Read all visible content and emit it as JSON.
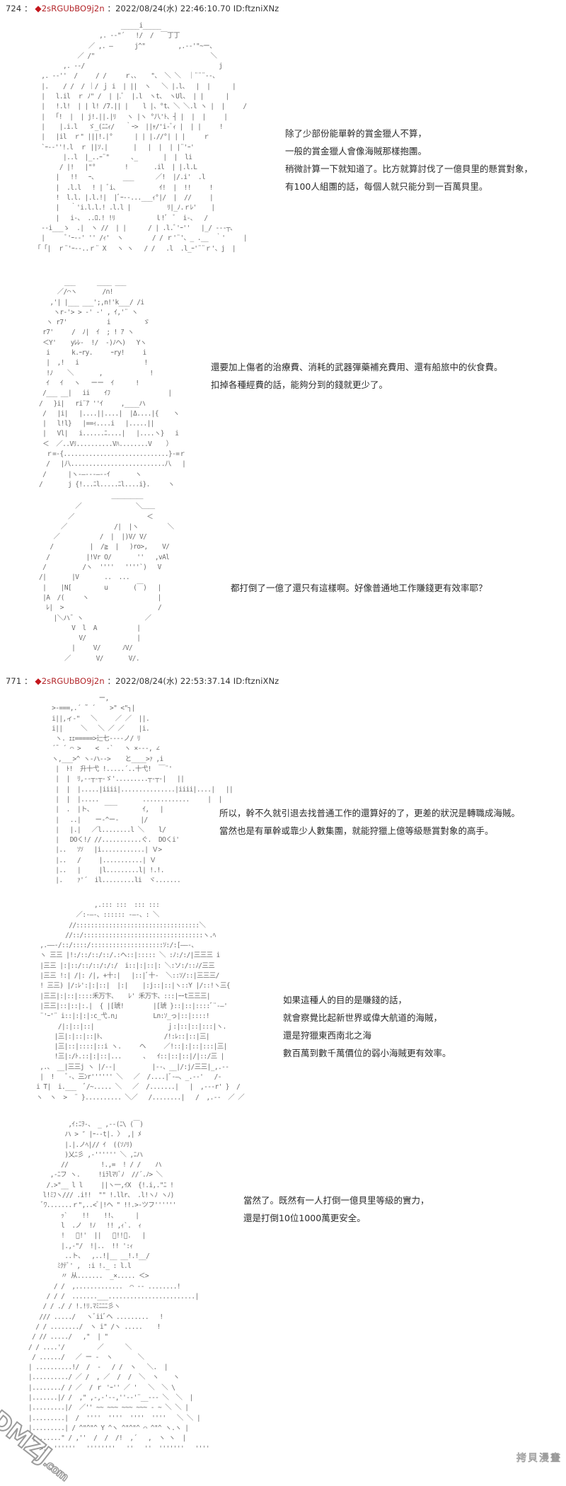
{
  "posts": [
    {
      "number": "724",
      "separator": "：",
      "trip_marker": "◆",
      "trip": "2sRGUbBO9j2n",
      "datetime": "：2022/08/24(水) 22:46:10.70",
      "id": "ID:ftzniXNz",
      "panels": [
        {
          "lines": [
            "除了少部份能單幹的賞金獵人不算，",
            "一般的賞金獵人會像海賊那樣抱團。",
            "稍微計算一下就知道了。比方就算討伐了一億貝里的懸賞對象，",
            "有100人組團的話，每個人就只能分到一百萬貝里。"
          ]
        },
        {
          "lines": [
            "還要加上傷者的治療費、消耗的武器彈藥補充費用、還有船旅中的伙食費。",
            "扣掉各種經費的話，能夠分到的錢就更少了。"
          ]
        },
        {
          "lines": [
            "都打倒了一億了還只有這樣啊。好像普通地工作賺錢更有效率耶？"
          ]
        }
      ]
    },
    {
      "number": "771",
      "separator": "：",
      "trip_marker": "◆",
      "trip": "2sRGUbBO9j2n",
      "datetime": "：2022/08/24(水) 22:53:37.14",
      "id": "ID:ftzniXNz",
      "panels": [
        {
          "lines": [
            "所以，幹不久就引退去找普通工作的還算好的了，更差的狀況是轉職成海賊。",
            "當然也是有單幹或靠少人數集團，就能狩獵上億等級懸賞對象的高手。"
          ]
        },
        {
          "lines": [
            "如果這種人的目的是賺錢的話，",
            "就會察覺比起新世界或偉大航道的海賊，",
            "還是狩獵東西南北之海",
            " 數百萬到數千萬價位的弱小海賊更有效率。"
          ]
        },
        {
          "lines": [
            "當然了。既然有一人打倒一億貝里等級的實力，",
            "還是打倒10位1000萬更安全。"
          ]
        }
      ]
    }
  ],
  "art": {
    "a1": "                        _____i_____\n                  ,. --\"´   !/  /  ￣丁丁\n               ／ ,. ―      j^\"         ,.--'\"~ー、\n            ／ /\"                                ＼\n        ,. -‐/                                     j\n  ,. -‐''  /     / /     ｒ、、   \"、 ＼ ＼  ｜¨¨¨‐-、\n  |.    / /  / ｜/ ｊ i  | ||  ヽ   ＼ |.l、  |  |      |\n  |   l.il  ｒ ﾉ\" /  | |.ﾞ  |.l  ヽt、 ヽUl、 | |      |\n  |   !.l!  | | l! /7.|| |    l |、°t、＼ ＼.l ヽ |  |     /\n  |   ｢!  |  | j!.||.|ﾘ   ヽ |ヽ °八'ﾄ、┤ |  |  |     |\n  |    |.i.l   ゞ_(ﾆﾆｨ/   ｀ｰ>  ||ｬ/'i-ﾞｨ |  | |     !\n  |   |il  ｒ\" |||!.|°      | | |.//°| | |     ｒ\n  `ｰ-‐''!.l  ｒ ||ｿ.|       |   |  |  | |¨'ｰ'\n        |..l  |_..ｰ¨\"      ､_       |  |  li\n       / |!   |\"°        !       .il  | |.l.L\n      |   !!   ｰ、       ___      ／!  |/.i'  .l\n      |  .l.l   ! | ﾞi、           ｲ!  |  !!     !\n      !  l.l. |.l.!|  |ﾞｰ--...___ｨ°|/  |  //     |\n      |   ｀'i.l.l.! .l.l |          ﾘ|_ﾉ.ｒﾚ'    |\n      |   i‐、 ..ﾛ.! !ﾘ           ｌ!ﾞ  ﾞ  i-､   /\n  --i___ゝ  .|  ヽ //  | |      / | .l.ﾞ'ｰ''   |_/ ---┬、\n  |      ﾞ'ｰ--' '' /ｨ'  ヽ        / / ｒ'¨'、_ .__  ｀'     |\n ｢ ｢|  ｒ¨'ｰ‐-..ｒ¨ X   ヽ ヽ   / /   .l  .l_ｰ'¨¨ｒ'、j  |",
    "a2": "       ___      ____ ___\n     ／/⌒ヽ       /∩!\n   ,'| |___ ___';,n!'k___/ /i\n    ヽr‐'> > ‐' ‐' , ｲ,'¨ ヽ\n  ヽ r7'           i         ゞ\n r7'     /  ﾉ|  ｲ  ; ! ｱ ヽ\n ＜Y'    yﾚﾚ‐  !/  ‐)ﾉヘ)   Yヽ\n  i      k.ｰry.     ｰry!     i\n  |  ,!   i                  !\n  !ﾉ    ＼       ,             !\n  ｲ   ｲ   ヽ   ーー  ｲ      !\n /___ __|   ii    ｲﾌ                |\n/   }i|   ri¨ｱ ''ｲ     ,____ハ\n /   |i|   |....||....|  |Δ....|{    ヽ\n |   l!l}   |==ｨ....i   |.....||\n |   Vl|   i......ﾆ....|   |....ヽ}   i\n ＜  ／..Vﾘ..........Vﾊ........V    ）\n  ｒ=-{.............................}-=ｒ\n  /   |八..........................八   |\n /      |ヽ‐―‐‐‐―‐‐ｲ       ヽ\n/       j {!...ﾆl.....ﾆl....i}.     ヽ",
    "a3": "                    ＿＿＿＿＿\n          ／               ＼＿＿\n        ／                    ＜\n      ／             /|  |ヽ        ＼\n    ／           /  |  |)V/ V/\n   /          |  /≧  |   )ro>,    V/\n  /          |!Vr O/       ''   ,vAl\n /          /ヽ  ''''   ''''`)   V\n/|       |V       ..  ...\n |    |N[         u       (￣)   |\n |A  /(     ヽ                   |\n  ﾚ|  >                          /\n    |＼ハ¯ ヽ                 ／\n         V  l  A           |\n           V/              |\n         |     V/      ﾉV/\n       ／       V/       V/.",
    "a4": "              ー,\n >‐===,.´ ˜ ´    >\" <\"┐|\n i||,ィ‐\"   ＼     ／ ／  ||.\n i||     ＼   ＼ ／ ／    |i.\n  ヽ. ｪｪ=====>辷七‐‐‐‐ノ/ ﾘ\n ´¯ ´ ⌒ >    <  ‐`   ヽ ×‐‐‐, ∠\n ヽ,___>^ ヽ-ハ‐‐>    と____>ｧ ,i\n  |  ﾄ!  升十弋 !.....´..十弋!  ￣¨'\n  |  |  ﾘ,‐‐┬‐┬‐ゞ'.........┬‐┬‐|   ||\n  |  |  |.....|iiii|...............|iiii|....|   ||\n  |  |  |.....            .............     |  |\n  |  .  |ト､    ￣￣       ｲ,   |\n  |   ..|    ー‐^ー‐      |/\n  |   |.|   ／l........l ＼    l/\n  |   DOく!/ //...........ぐ.  DOくi'\n  |..   ｿｿ   |i............| Ｖ>\n  |..   /     |...........| Ｖ\n  |..   |     |l.........l| !.!.\n  |.    ｧ'´  il.........li  ヾ.......",
    "a5": "                 ,.::: :::  ::: :::\n            ／:‐―‐、:::::: ‐―‐、: ＼\n          //::::::::::::::::::::::::::::::::::＼\n         //::/:::::::::::::::::::::::::::::::::ヽ.ﾍ\n  ,.――-/::/::::/::::::::::::::::::::ｿ:/:[――‐、\n  ヽ 三三 |!:/::/::/::/.:ヘ::|::::: ＼ :ﾉ:/:/|三三三 i\n  |三三 |:|::/::/::/:/:/  i::|:|::|: ＼:ソ:/::ﾉ/三三\n  |三三 !:| /|: /|, +十:|   |::|ﾞ十‐  ＼::ｿ/::|三三三/\n  ! 三三) |/:ﾚ':|:|::|  |:|    |:j::|::|ヽ::Y |/::!ヽ三{\n  |三三|:|::|::::禾万卞、   ﾚ' 禾万卞、:::|ｰｰt三三三|\n  |三三|::|::|:.|  { |[琥!        |[琥 }::|::|::::ﾞ¨‐―'\n  ¨'ｰ'¨ i::|:|:|:c_弋.n」         Ln:ｿ_っ|::|::::!\n       /|:|::|::|                    ｊ:|::|::|:::|ヽ.\n      |三|:|::|::|ﾄ、                /!:ﾚ::|::|三|\n      |三|::|::::|::i ヽ.     ヘ     ／!::|:|::|:::|三|\n      !三|:/ﾄ.::|:|::|...      ､   ｲ::|::|::|/|::/三 |\n  ,.、 __|三三j ヽ |/‐‐|          |‐‐、__|/:j/三三|_,.‐‐\n  |  !   ﾞ‐、三ﾝr'''''' ＼   ／  /....|ﾞ‐―、_.‐‐'   /‐\n i T|  i.___  ﾞ/~..... ＼   ／  /.......|   |  ,‐‐‐r' }  /\n ヽ  ヽ  >  ¨ }.......... ＼／   /........|   /  ,.‐‐  ／ ／",
    "a6": "           ,ｲ:ﾆｦ‐、 _ ,‐‐(ﾆ\\ (￣)\n          ハ > ″ |ｰ‐‐t|. 〉 ,| ﾒ\n          |.|.ノﾍ|// ｲ  ((ｿﾉﾘ)\n          )乂ﾆ彡 ,‐'''''' ＼ ,ﾆハ\n         //         !.,=  ! / /    ハ\n      ,‐ﾆフ ヽ.     !iﾗlﾏﾘﾞﾉ  //´.ﾉ> ＼\n     /.>\"__ l l     ||ヽ一,ｲX  {!.i,.\"ﾆ !\n    l!ﾐﾌヽ/// .i!!  \"\" !.llr、 .l!ヽﾉ ヽﾉ)\n    ﾞﾜ.......ｒ\",..<ﾞ|!ヘ \" !!.>‐ツフ''''''\n         ｯ`    !!    !!、     |\n         l  .ノ  !ﾉ   !! ,ｨ`.  ｨ\n         !   ﾞ!'  ||   ﾞ!!ﾞ.   |\n         |.,‐\"/  !|..  !! ':ｨ\n          ..ト、  ,..!|__ __!.!__/\n        ﾐｸﾃﾞ' ,  :i !._ : l.l\n         〃 从.......  _×..... ＜>\n       / /  ,.............  ⌒ ‐‐ ........!\n     / / /  .......___........................|\n    / / ./ / !.!ﾘ.ﾏﾐﾆﾆﾆ彡ヽ\n   /// ...../   ヽﾞiiﾞヘ .........   !\n  / / ......../  ヽ i\" /ヽ .....    !\n / // ...../   ,\"  | \"\n/ / ....'/         ／      ＼\n / ....../   ／ ー ‐  ヽ       ＼\n| ..........!/  /  ‐   / /  ヽ   ＼.  |\n|........../ ／ /  , ／  /  /  ＼  ヽ    ヽ\n|......../ / ／  / ｒ 'ｰ'' ／ '   ＼  ＼ \\\n|.......|/ /  ,\" ,‐,‐'‐‐,''‐‐'¨__‐‐‐ ＼  ＼  |\n|.........|/  ／'' ~~ ~~~ ~~~ ~~~ ‐ ~ ＼ ＼ |\n|.........|  /  ''''  ''''  ''''  ''''   ＼ ＼ |\n|.........| / ^\"^\"^ Y ^ヽ ^\"^\"^ ⌒ ^\"^ ヽ.ヽ |\n |.......\" / ,''  /  /  /!  ,´   ,  ヽ ヽ  |\n   >.  ''''''   ''''''''   ''   ''  '''''''   ''''"
  },
  "watermarks": {
    "left_main": "DMZJ",
    "left_sub": ".com",
    "right": "拷貝漫畫"
  },
  "colors": {
    "trip": "#b3262a",
    "diamond": "#c4161c",
    "header_text": "#333333",
    "art_gray": "#6a6a6a"
  }
}
